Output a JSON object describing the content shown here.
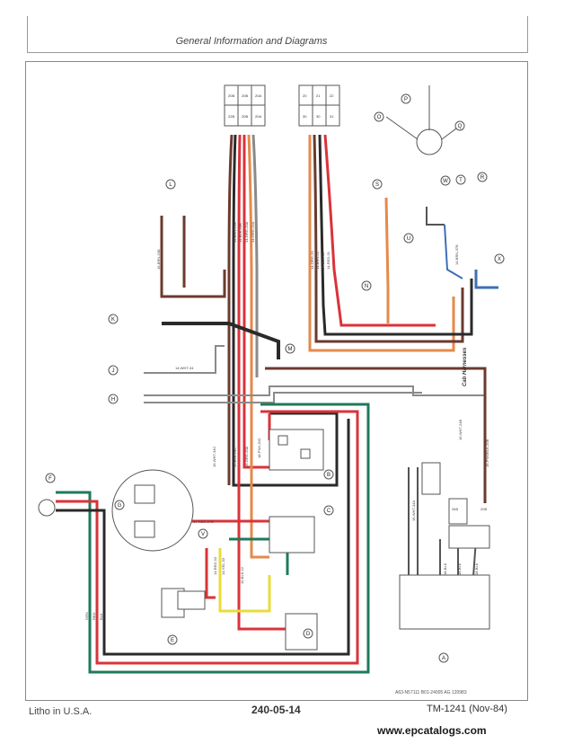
{
  "header": {
    "title": "General Information and Diagrams"
  },
  "footer": {
    "left": "Litho in U.S.A.",
    "page": "240-05-14",
    "manual": "TM-1241 (Nov-84)",
    "code": "A63-N57111 B01-24005 AG 120983"
  },
  "side_label": "Cab Harnesses",
  "watermark": "www.epcatalogs.com",
  "colors": {
    "red": "#d9333a",
    "brown": "#6b3a2e",
    "black": "#2a2a2a",
    "green": "#1f7a58",
    "gray": "#8a8a8a",
    "yellow": "#e8dc3a",
    "orange": "#e58a4a",
    "blue": "#3d6fb5",
    "pink": "#e39aa6"
  },
  "connectors_top_left": [
    "20B",
    "20B",
    "20A",
    "22B",
    "20B",
    "20A"
  ],
  "connectors_top_right": [
    "20",
    "21",
    "22",
    "30",
    "30",
    "31"
  ],
  "callouts": [
    "L",
    "K",
    "J",
    "H",
    "F",
    "G",
    "V",
    "E",
    "M",
    "N",
    "C",
    "B",
    "D",
    "A",
    "P",
    "Q",
    "O",
    "R",
    "S",
    "T",
    "U",
    "W",
    "X"
  ],
  "wire_labels": {
    "main_bundle": [
      "14-BRN-22B",
      "14-BLK-20B",
      "14-ORG-20A",
      "14-ORG-21A"
    ],
    "left_bundle": [
      "16-BRN-20B",
      "14-WHT-34"
    ],
    "right_bundle": [
      "14-ORG-20",
      "14-BRN-21",
      "14-BLK-30",
      "14-RED-31"
    ],
    "mid": [
      "16-WHT-34C",
      "16-BLK-20C",
      "16-ORG-20A",
      "18-PNK-20C"
    ],
    "lower_left": [
      "14-RED-27B",
      "14-RED-33",
      "14-YEL-33",
      "16-BLK-22"
    ],
    "bottom_run": [
      "GRN",
      "RED",
      "BLK"
    ],
    "right_run": [
      "16-WHT-24B",
      "16-PNK/BLK-20B",
      "14-BRN-37B",
      "16-WHT-34A"
    ],
    "far_right": [
      "34B",
      "20B",
      "18-BLK",
      "18-BLK",
      "18-BLK"
    ]
  }
}
